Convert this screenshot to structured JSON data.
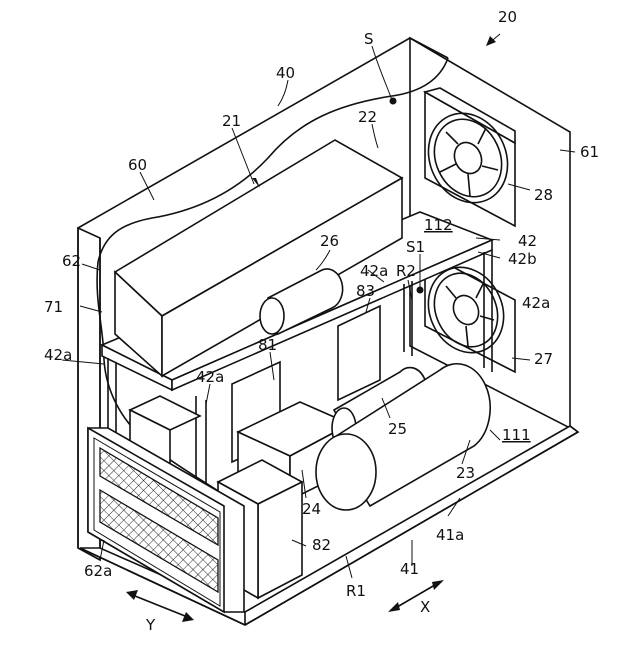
{
  "labels": {
    "l20": "20",
    "lS": "S",
    "l40": "40",
    "l22": "22",
    "l21": "21",
    "l60": "60",
    "l61": "61",
    "l28": "28",
    "l112": "112",
    "l42": "42",
    "l42b": "42b",
    "l26": "26",
    "lS1": "S1",
    "l42a_r": "42a",
    "lR2": "R2",
    "l42a_c": "42a",
    "l62": "62",
    "l83": "83",
    "l71": "71",
    "l42a_l": "42a",
    "l81": "81",
    "l27": "27",
    "l42a_m": "42a",
    "l25": "25",
    "l111": "111",
    "l23": "23",
    "l24": "24",
    "l41a": "41a",
    "l82": "82",
    "l62a": "62a",
    "lR1": "R1",
    "l41": "41",
    "lX": "X",
    "lY": "Y"
  }
}
